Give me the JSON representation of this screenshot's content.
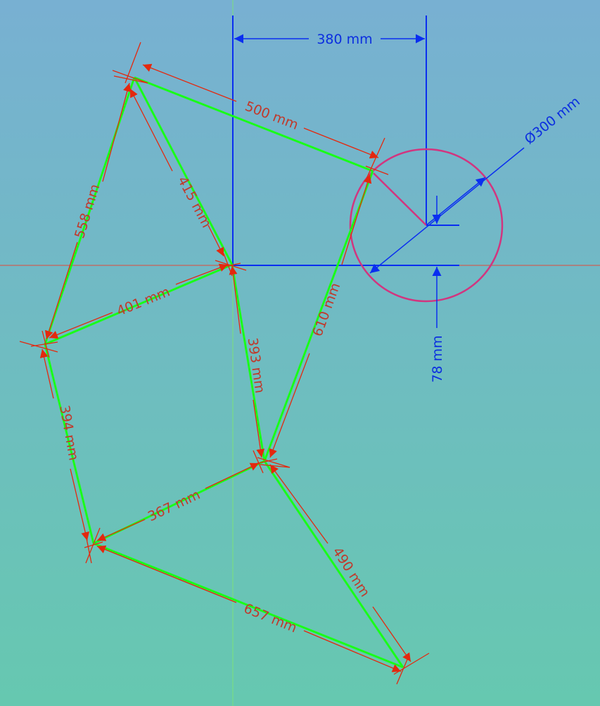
{
  "colors": {
    "background_top": "#78b0d2",
    "background_bottom": "#66c8b0",
    "axis_x": "#e04a3a",
    "axis_y": "#7be17b",
    "sketch_line": "#19ff19",
    "dimension_red": "#e4280e",
    "dimension_blue": "#0a2ef0",
    "circle": "#d2357f"
  },
  "dimensions": {
    "horizontal_380": "380 mm",
    "diameter_300": "Ø300 mm",
    "vertical_78": "78 mm",
    "edge_500": "500 mm",
    "edge_415": "415 mm",
    "edge_558": "558 mm",
    "edge_401": "401 mm",
    "edge_610": "610 mm",
    "edge_393": "393 mm",
    "edge_394": "394 mm",
    "edge_367": "367 mm",
    "edge_490": "490 mm",
    "edge_657": "657 mm"
  }
}
